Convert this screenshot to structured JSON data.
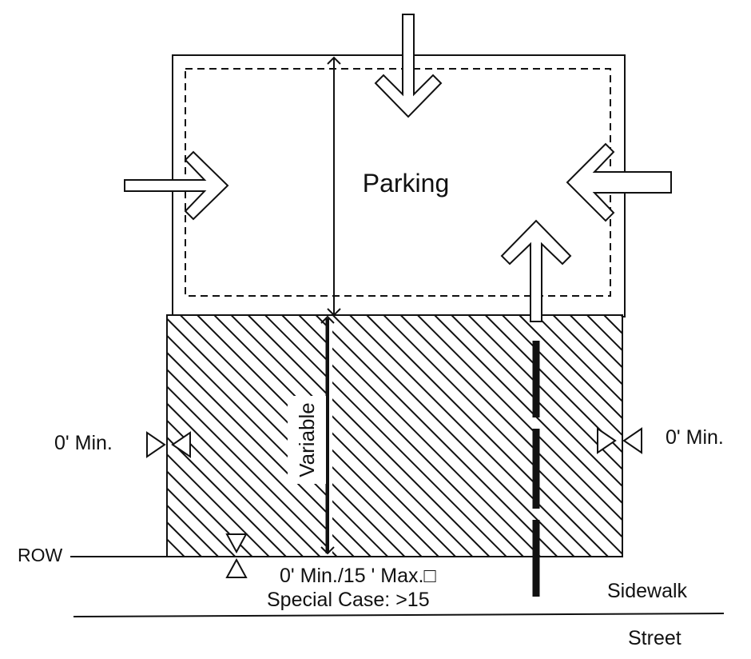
{
  "labels": {
    "parking": "Parking",
    "variable": "Variable",
    "min_left": "0' Min.",
    "min_right": "0' Min.",
    "row": "ROW",
    "setback_range": "0' Min./15 ' Max.□",
    "special_case": "Special Case: >15",
    "sidewalk": "Sidewalk",
    "street": "Street"
  },
  "colors": {
    "ink": "#111111",
    "background": "#ffffff"
  }
}
